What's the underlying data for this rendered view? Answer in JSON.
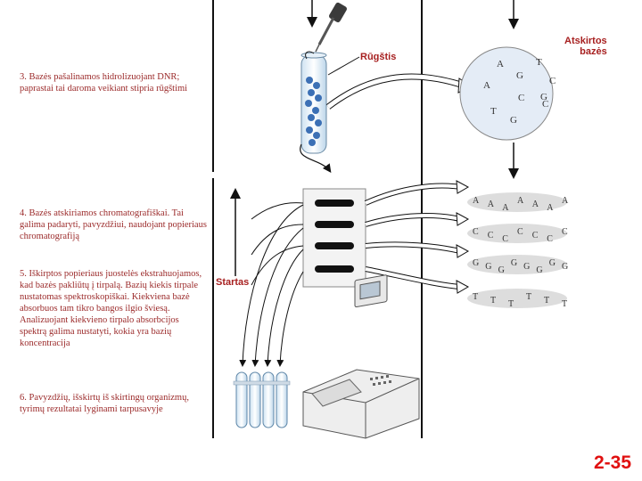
{
  "labels": {
    "acid": "Rūgštis",
    "separated_bases": "Atskirtos\nbazės",
    "start": "Startas"
  },
  "steps": [
    "3. Bazės pašalinamos hidrolizuojant DNR; paprastai tai daroma veikiant stipria rūgštimi",
    "4. Bazės atskiriamos chromatografiškai. Tai galima padaryti, pavyzdžiui, naudojant popieriaus chromatografiją",
    "5. Iškirptos popieriaus juostelės ekstrahuojamos, kad bazės pakliūtų į tirpalą. Bazių kiekis tirpale nustatomas spektroskopiškai. Kiekviena bazė absorbuos tam tikro bangos ilgio šviesą. Analizuojant kiekvieno tirpalo absorbcijos spektrą galima nustatyti, kokia yra bazių koncentracija",
    "6. Pavyzdžių, išskirtų iš skirtingų organizmų, tyrimų rezultatai lyginami tarpusavyje"
  ],
  "circle_bases": [
    "A",
    "T",
    "A",
    "G",
    "C",
    "G",
    "C",
    "T",
    "C",
    "G"
  ],
  "base_rows": [
    {
      "base": "A",
      "letters": [
        "A",
        "A",
        "A",
        "A",
        "A",
        "A",
        "A"
      ]
    },
    {
      "base": "C",
      "letters": [
        "C",
        "C",
        "C",
        "C",
        "C",
        "C",
        "C"
      ]
    },
    {
      "base": "G",
      "letters": [
        "G",
        "G",
        "G",
        "G",
        "G",
        "G",
        "G",
        "G"
      ]
    },
    {
      "base": "T",
      "letters": [
        "T",
        "T",
        "T",
        "T",
        "T",
        "T"
      ]
    }
  ],
  "slide_number": "2-35",
  "colors": {
    "step_text": "#9b2a2a",
    "label_red": "#a72020",
    "slide_number": "#e01010",
    "circle_fill": "#e4ecf6"
  }
}
